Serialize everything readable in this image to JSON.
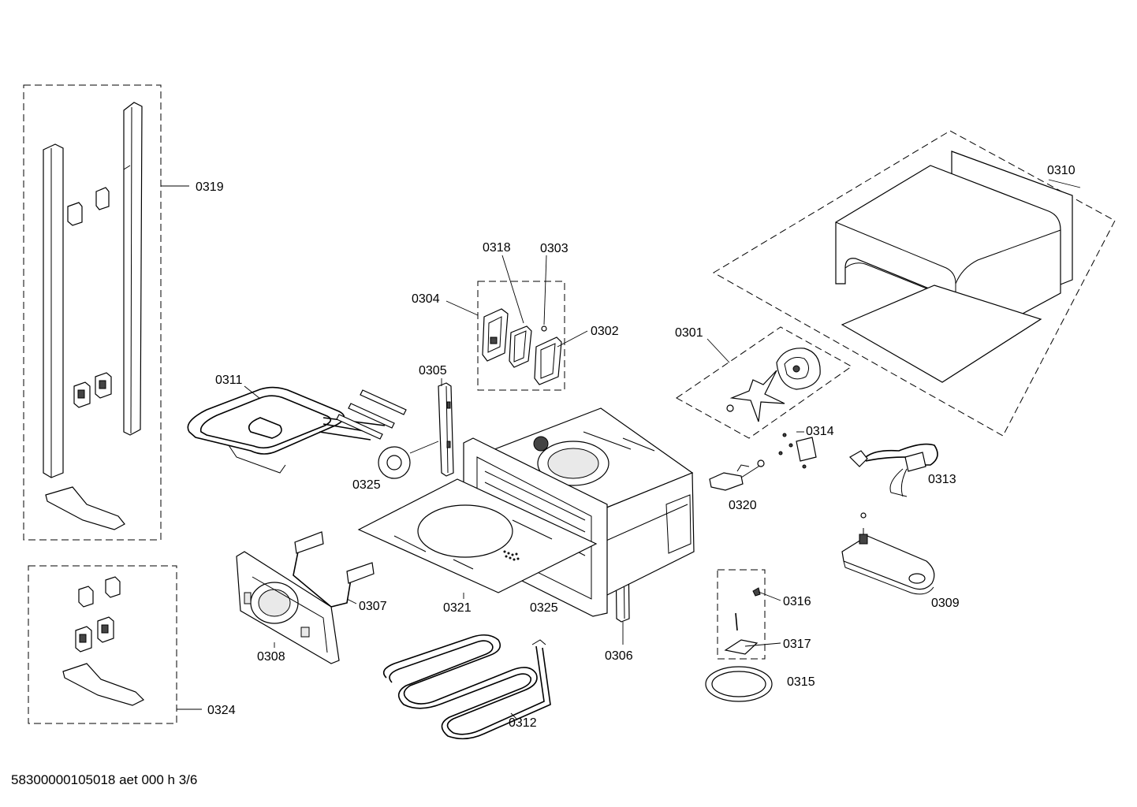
{
  "footer": {
    "code": "58300000105018 aet 000 h 3/6"
  },
  "callouts": {
    "c0301": "0301",
    "c0302": "0302",
    "c0303": "0303",
    "c0304": "0304",
    "c0305": "0305",
    "c0306": "0306",
    "c0307": "0307",
    "c0308": "0308",
    "c0309": "0309",
    "c0310": "0310",
    "c0311": "0311",
    "c0312": "0312",
    "c0313": "0313",
    "c0314": "0314",
    "c0315": "0315",
    "c0316": "0316",
    "c0317": "0317",
    "c0318": "0318",
    "c0319": "0319",
    "c0320": "0320",
    "c0321": "0321",
    "c0324": "0324",
    "c0325a": "0325",
    "c0325b": "0325"
  }
}
